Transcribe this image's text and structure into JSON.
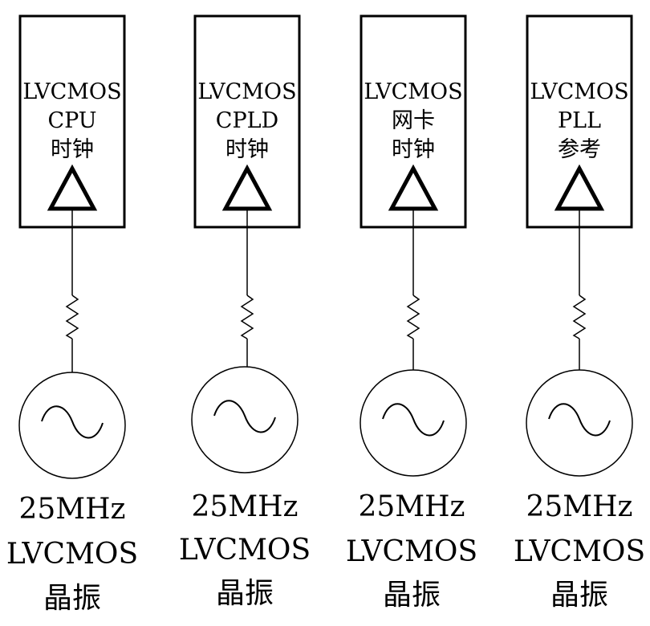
{
  "units": [
    {
      "id": "cpu",
      "label_lines": [
        "LVCMOS",
        "CPU",
        "时钟"
      ],
      "crystal_lines": [
        "25MHz",
        "LVCMOS",
        "晶振"
      ]
    },
    {
      "id": "cpld",
      "label_lines": [
        "LVCMOS",
        "CPLD",
        "时钟"
      ],
      "crystal_lines": [
        "25MHz",
        "LVCMOS",
        "晶振"
      ]
    },
    {
      "id": "nic",
      "label_lines": [
        "LVCMOS",
        "网卡",
        "时钟"
      ],
      "crystal_lines": [
        "25MHz",
        "LVCMOS",
        "晶振"
      ]
    },
    {
      "id": "pll",
      "label_lines": [
        "LVCMOS",
        "PLL",
        "参考"
      ],
      "crystal_lines": [
        "25MHz",
        "LVCMOS",
        "晶振"
      ]
    }
  ]
}
